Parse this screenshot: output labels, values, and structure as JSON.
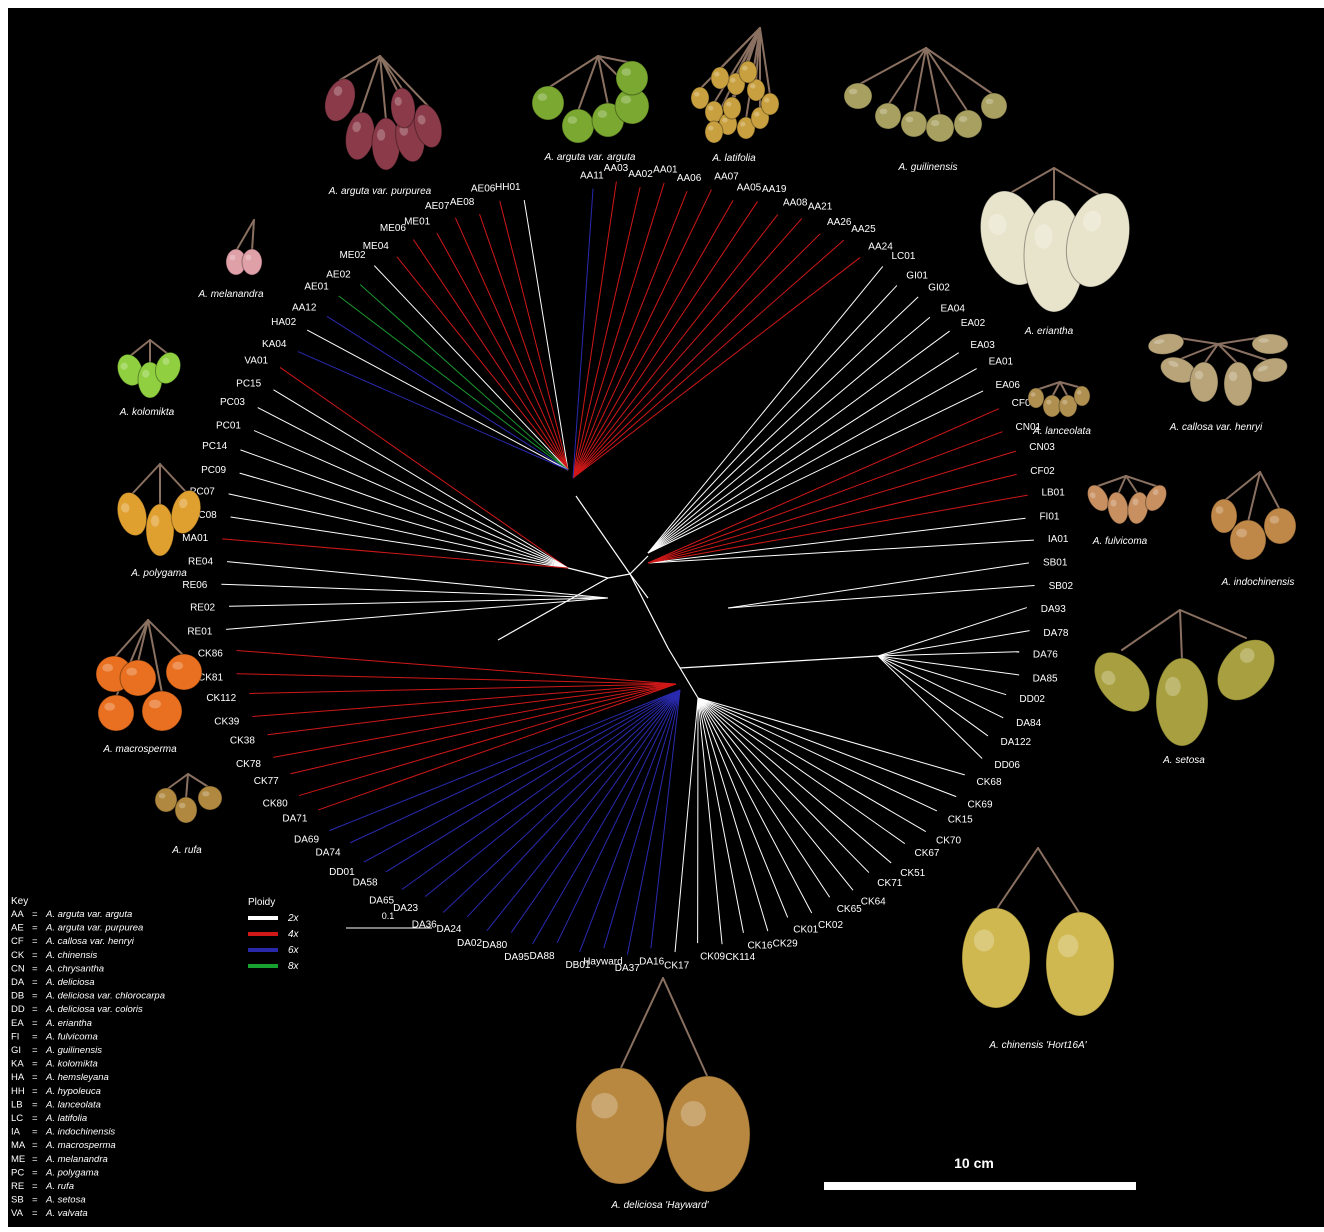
{
  "fruits": [
    {
      "id": "purpurea",
      "label": "A. arguta var. purpurea",
      "color": "#8a3a48"
    },
    {
      "id": "arguta",
      "label": "A. arguta var. arguta",
      "color": "#7aa830"
    },
    {
      "id": "latifolia",
      "label": "A. latifolia",
      "color": "#c8a040"
    },
    {
      "id": "guilinensis",
      "label": "A. guilinensis",
      "color": "#a8a060"
    },
    {
      "id": "melanandra",
      "label": "A. melanandra",
      "color": "#e0a0a8"
    },
    {
      "id": "eriantha",
      "label": "A. eriantha",
      "color": "#e8e4cc"
    },
    {
      "id": "kolomikta",
      "label": "A. kolomikta",
      "color": "#90d040"
    },
    {
      "id": "callosa",
      "label": "A. callosa var. henryi",
      "color": "#b8a478"
    },
    {
      "id": "lanceolata",
      "label": "A. lanceolata",
      "color": "#b09050"
    },
    {
      "id": "polygama",
      "label": "A. polygama",
      "color": "#e0a030"
    },
    {
      "id": "fulvicoma",
      "label": "A. fulvicoma",
      "color": "#c89060"
    },
    {
      "id": "indochinensis",
      "label": "A. indochinensis",
      "color": "#c08848"
    },
    {
      "id": "macrosperma",
      "label": "A. macrosperma",
      "color": "#e87020"
    },
    {
      "id": "setosa",
      "label": "A. setosa",
      "color": "#a8a040"
    },
    {
      "id": "rufa",
      "label": "A. rufa",
      "color": "#b08840"
    },
    {
      "id": "chinensis",
      "label": "A. chinensis 'Hort16A'",
      "color": "#d0b850"
    },
    {
      "id": "hayward",
      "label": "A. deliciosa 'Hayward'",
      "color": "#b88840"
    }
  ],
  "ploidy": {
    "title": "Ploidy",
    "items": [
      {
        "label": "2x",
        "color": "#ffffff"
      },
      {
        "label": "4x",
        "color": "#d01818"
      },
      {
        "label": "6x",
        "color": "#2828a8"
      },
      {
        "label": "8x",
        "color": "#18a030"
      }
    ]
  },
  "scale_bar_label": "0.1",
  "size_bar_label": "10 cm",
  "key": {
    "title": "Key",
    "items": [
      {
        "code": "AA",
        "name": "A. arguta  var.  arguta"
      },
      {
        "code": "AE",
        "name": "A. arguta  var.  purpurea"
      },
      {
        "code": "CF",
        "name": "A. callosa  var.  henryi"
      },
      {
        "code": "CK",
        "name": "A. chinensis"
      },
      {
        "code": "CN",
        "name": "A. chrysantha"
      },
      {
        "code": "DA",
        "name": "A. deliciosa"
      },
      {
        "code": "DB",
        "name": "A. deliciosa  var. chlorocarpa"
      },
      {
        "code": "DD",
        "name": "A. deliciosa  var. coloris"
      },
      {
        "code": "EA",
        "name": "A. eriantha"
      },
      {
        "code": "FI",
        "name": "A. fulvicoma"
      },
      {
        "code": "GI",
        "name": "A. guilinensis"
      },
      {
        "code": "KA",
        "name": "A. kolomikta"
      },
      {
        "code": "HA",
        "name": "A. hemsleyana"
      },
      {
        "code": "HH",
        "name": "A. hypoleuca"
      },
      {
        "code": "LB",
        "name": "A. lanceolata"
      },
      {
        "code": "LC",
        "name": "A. latifolia"
      },
      {
        "code": "IA",
        "name": "A. indochinensis"
      },
      {
        "code": "MA",
        "name": "A. macrosperma"
      },
      {
        "code": "ME",
        "name": "A. melanandra"
      },
      {
        "code": "PC",
        "name": "A. polygama"
      },
      {
        "code": "RE",
        "name": "A. rufa"
      },
      {
        "code": "SB",
        "name": "A. setosa"
      },
      {
        "code": "VA",
        "name": "A. valvata"
      }
    ]
  },
  "leaves": [
    {
      "label": "HH01",
      "p": "w"
    },
    {
      "label": "AE06",
      "p": "r"
    },
    {
      "label": "AE08",
      "p": "r"
    },
    {
      "label": "AE07",
      "p": "r"
    },
    {
      "label": "ME01",
      "p": "r"
    },
    {
      "label": "ME06",
      "p": "r"
    },
    {
      "label": "ME04",
      "p": "r"
    },
    {
      "label": "ME02",
      "p": "w"
    },
    {
      "label": "AE02",
      "p": "g"
    },
    {
      "label": "AE01",
      "p": "g"
    },
    {
      "label": "AA12",
      "p": "b"
    },
    {
      "label": "HA02",
      "p": "w"
    },
    {
      "label": "KA04",
      "p": "b"
    },
    {
      "label": "VA01",
      "p": "r"
    },
    {
      "label": "PC15",
      "p": "w"
    },
    {
      "label": "PC03",
      "p": "w"
    },
    {
      "label": "PC01",
      "p": "w"
    },
    {
      "label": "PC14",
      "p": "w"
    },
    {
      "label": "PC09",
      "p": "w"
    },
    {
      "label": "PC07",
      "p": "w"
    },
    {
      "label": "PC08",
      "p": "w"
    },
    {
      "label": "MA01",
      "p": "r"
    },
    {
      "label": "RE04",
      "p": "w"
    },
    {
      "label": "RE06",
      "p": "w"
    },
    {
      "label": "RE02",
      "p": "w"
    },
    {
      "label": "RE01",
      "p": "w"
    },
    {
      "label": "CK86",
      "p": "r"
    },
    {
      "label": "CK81",
      "p": "r"
    },
    {
      "label": "CK112",
      "p": "r"
    },
    {
      "label": "CK39",
      "p": "r"
    },
    {
      "label": "CK38",
      "p": "r"
    },
    {
      "label": "CK78",
      "p": "r"
    },
    {
      "label": "CK77",
      "p": "r"
    },
    {
      "label": "CK80",
      "p": "r"
    },
    {
      "label": "DA71",
      "p": "r"
    },
    {
      "label": "DA69",
      "p": "b"
    },
    {
      "label": "DA74",
      "p": "b"
    },
    {
      "label": "DD01",
      "p": "b"
    },
    {
      "label": "DA58",
      "p": "b"
    },
    {
      "label": "DA65",
      "p": "b"
    },
    {
      "label": "DA23",
      "p": "b"
    },
    {
      "label": "DA36",
      "p": "b"
    },
    {
      "label": "DA24",
      "p": "b"
    },
    {
      "label": "DA02",
      "p": "b"
    },
    {
      "label": "DA80",
      "p": "b"
    },
    {
      "label": "DA95",
      "p": "b"
    },
    {
      "label": "DA88",
      "p": "b"
    },
    {
      "label": "DB01",
      "p": "b"
    },
    {
      "label": "Hayward",
      "p": "b"
    },
    {
      "label": "DA37",
      "p": "b"
    },
    {
      "label": "DA16",
      "p": "b"
    },
    {
      "label": "CK17",
      "p": "w"
    },
    {
      "label": "CK09",
      "p": "w"
    },
    {
      "label": "CK114",
      "p": "w"
    },
    {
      "label": "CK16",
      "p": "w"
    },
    {
      "label": "CK29",
      "p": "w"
    },
    {
      "label": "CK01",
      "p": "w"
    },
    {
      "label": "CK02",
      "p": "w"
    },
    {
      "label": "CK65",
      "p": "w"
    },
    {
      "label": "CK64",
      "p": "w"
    },
    {
      "label": "CK71",
      "p": "w"
    },
    {
      "label": "CK51",
      "p": "w"
    },
    {
      "label": "CK67",
      "p": "w"
    },
    {
      "label": "CK70",
      "p": "w"
    },
    {
      "label": "CK15",
      "p": "w"
    },
    {
      "label": "CK69",
      "p": "w"
    },
    {
      "label": "CK68",
      "p": "w"
    },
    {
      "label": "DD06",
      "p": "w"
    },
    {
      "label": "DA122",
      "p": "w"
    },
    {
      "label": "DA84",
      "p": "w"
    },
    {
      "label": "DD02",
      "p": "w"
    },
    {
      "label": "DA85",
      "p": "w"
    },
    {
      "label": "DA76",
      "p": "w"
    },
    {
      "label": "DA78",
      "p": "w"
    },
    {
      "label": "DA93",
      "p": "w"
    },
    {
      "label": "SB02",
      "p": "w"
    },
    {
      "label": "SB01",
      "p": "w"
    },
    {
      "label": "IA01",
      "p": "w"
    },
    {
      "label": "FI01",
      "p": "w"
    },
    {
      "label": "LB01",
      "p": "r"
    },
    {
      "label": "CF02",
      "p": "r"
    },
    {
      "label": "CN03",
      "p": "r"
    },
    {
      "label": "CN01",
      "p": "r"
    },
    {
      "label": "CF01",
      "p": "r"
    },
    {
      "label": "EA06",
      "p": "w"
    },
    {
      "label": "EA01",
      "p": "w"
    },
    {
      "label": "EA03",
      "p": "w"
    },
    {
      "label": "EA02",
      "p": "w"
    },
    {
      "label": "EA04",
      "p": "w"
    },
    {
      "label": "GI02",
      "p": "w"
    },
    {
      "label": "GI01",
      "p": "w"
    },
    {
      "label": "LC01",
      "p": "w"
    },
    {
      "label": "AA24",
      "p": "r"
    },
    {
      "label": "AA25",
      "p": "r"
    },
    {
      "label": "AA26",
      "p": "r"
    },
    {
      "label": "AA21",
      "p": "r"
    },
    {
      "label": "AA08",
      "p": "r"
    },
    {
      "label": "AA19",
      "p": "r"
    },
    {
      "label": "AA05",
      "p": "r"
    },
    {
      "label": "AA07",
      "p": "r"
    },
    {
      "label": "AA06",
      "p": "r"
    },
    {
      "label": "AA01",
      "p": "r"
    },
    {
      "label": "AA02",
      "p": "r"
    },
    {
      "label": "AA03",
      "p": "r"
    },
    {
      "label": "AA11",
      "p": "b"
    }
  ]
}
